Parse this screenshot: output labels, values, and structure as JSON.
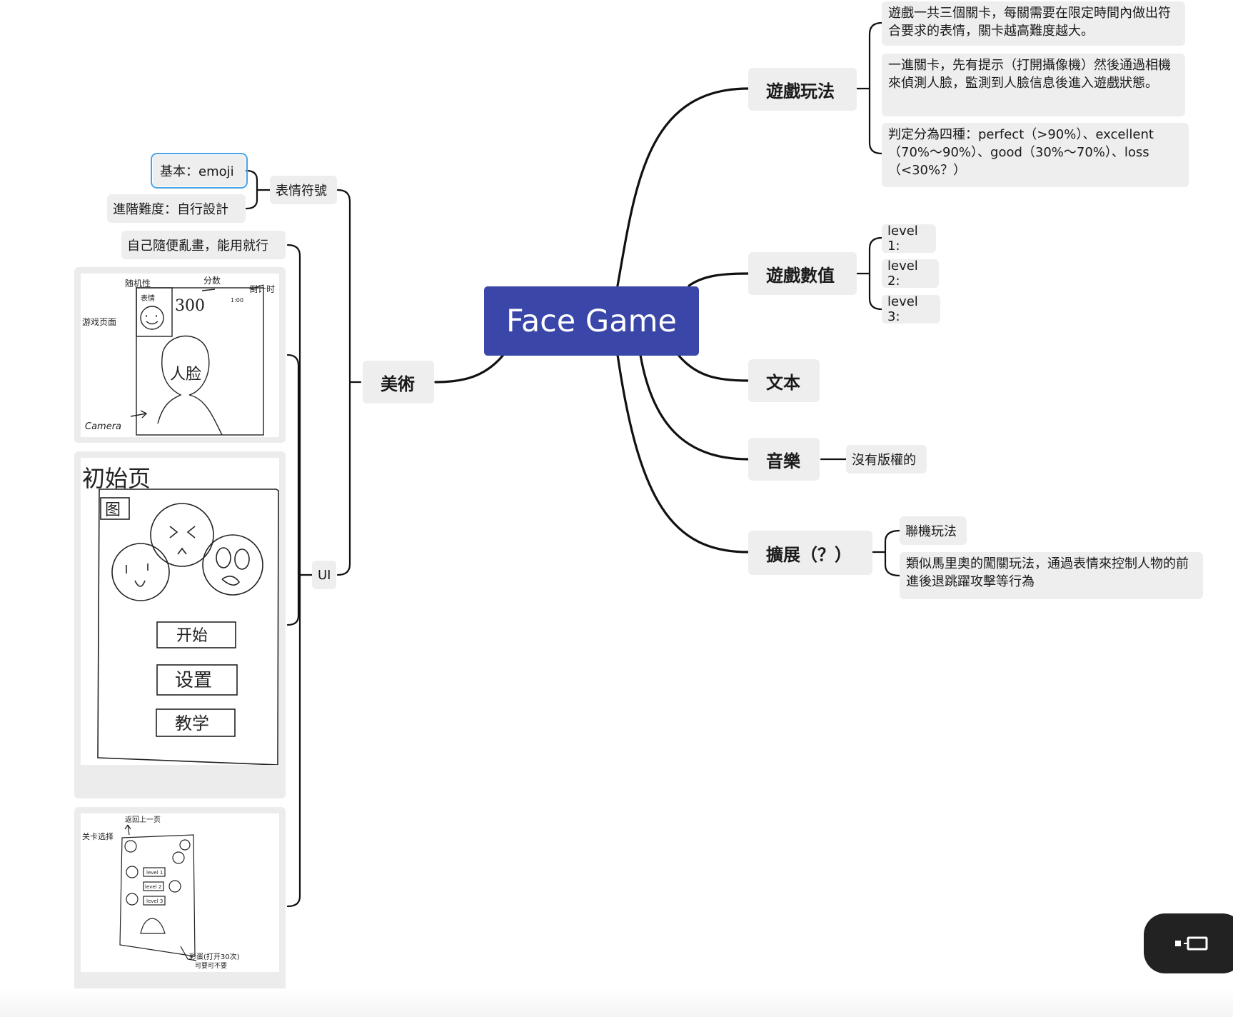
{
  "root": {
    "label": "Face Game"
  },
  "right": [
    {
      "label": "遊戲玩法",
      "children": [
        "遊戲一共三個關卡，每關需要在限定時間內做出符合要求的表情，關卡越高難度越大。",
        "一進關卡，先有提示（打開攝像機）然後通過相機來偵測人臉，監測到人臉信息後進入遊戲狀態。",
        "判定分為四種：perfect（>90%）、excellent（70%～90%）、good（30%～70%）、loss（<30%？）"
      ]
    },
    {
      "label": "遊戲數值",
      "children": [
        "level 1:",
        "level 2:",
        "level 3:"
      ]
    },
    {
      "label": "文本",
      "children": []
    },
    {
      "label": "音樂",
      "children": [
        "沒有版權的"
      ]
    },
    {
      "label": "擴展（？）",
      "children": [
        "聯機玩法",
        "類似馬里奧的闖關玩法，通過表情來控制人物的前進後退跳躍攻擊等行為"
      ]
    }
  ],
  "left": {
    "label": "美術",
    "emoji": {
      "label": "表情符號",
      "children": [
        "基本：emoji",
        "進階難度：自行設計"
      ]
    },
    "ui": {
      "label": "UI",
      "note": "自己隨便亂畫，能用就行",
      "sketch1": {
        "left_note": "游戏页面",
        "top_left": "随机性",
        "top_mid": "分数",
        "top_right": "倒计时",
        "score": "300",
        "timer": "1:00",
        "expr": "表情",
        "face": "人脸",
        "camera": "Camera"
      },
      "sketch2": {
        "title": "初始页",
        "icon": "图",
        "buttons": [
          "开始",
          "设置",
          "教学"
        ]
      },
      "sketch3": {
        "back": "返回上一页",
        "select": "关卡选择",
        "levels": [
          "level 1",
          "level 2",
          "level 3"
        ],
        "egg": "彩蛋(打开30次)",
        "egg2": "可要可不要"
      }
    }
  },
  "colors": {
    "root_bg": "#3a47a8",
    "node_bg": "#eeeeee",
    "line": "#111111",
    "selection": "#4aa3e6",
    "fab_bg": "#222222"
  },
  "icons": {
    "fab": "presentation-icon"
  }
}
